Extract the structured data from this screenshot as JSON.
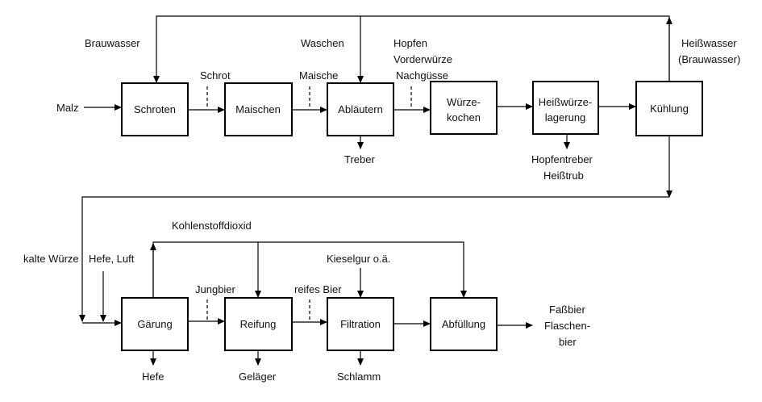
{
  "diagram": {
    "boxes": {
      "schroten": "Schroten",
      "maischen": "Maischen",
      "ablaeutern": "Abläutern",
      "wuerzekochen_1": "Würze-",
      "wuerzekochen_2": "kochen",
      "heisswuerze_1": "Heißwürze-",
      "heisswuerze_2": "lagerung",
      "kuehlung": "Kühlung",
      "gaerung": "Gärung",
      "reifung": "Reifung",
      "filtration": "Filtration",
      "abfuellung": "Abfüllung"
    },
    "labels": {
      "malz": "Malz",
      "brauwasser": "Brauwasser",
      "schrot": "Schrot",
      "waschen": "Waschen",
      "maische": "Maische",
      "hopfen": "Hopfen",
      "vorderwuerze": "Vorderwürze",
      "nachguesse": "Nachgüsse",
      "treber": "Treber",
      "hopfentreber": "Hopfentreber",
      "heisstrub": "Heißtrub",
      "heisswasser": "Heißwasser",
      "heisswasser_2": "(Brauwasser)",
      "kohlenstoffdioxid": "Kohlenstoffdioxid",
      "kalte_wuerze": "kalte Würze",
      "hefe_luft": "Hefe, Luft",
      "jungbier": "Jungbier",
      "reifes_bier": "reifes Bier",
      "kieselgur": "Kieselgur o.ä.",
      "fassbier": "Faßbier",
      "flaschen_1": "Flaschen-",
      "flaschen_2": "bier",
      "hefe": "Hefe",
      "gelaeger": "Geläger",
      "schlamm": "Schlamm"
    }
  }
}
